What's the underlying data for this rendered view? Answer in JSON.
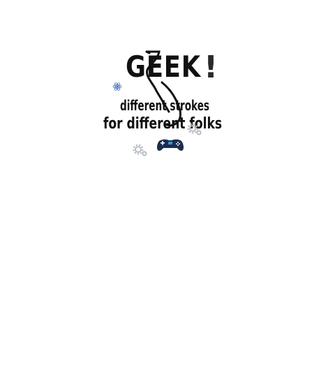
{
  "design": {
    "headline": "GEEK",
    "exclamation": "!",
    "line1": "different strokes",
    "line2": "for different folks",
    "icons": [
      "eyeglasses-icon",
      "atom-icon",
      "gear-icon",
      "gamepad-icon"
    ],
    "colors": {
      "ink": "#111111",
      "exclamation": "#2a2a2a",
      "atom": "#4a6fc4",
      "gamepad": "#1d2d4f",
      "gamepad_light": "#2f9be0",
      "gears": "#b8bcc4"
    }
  }
}
